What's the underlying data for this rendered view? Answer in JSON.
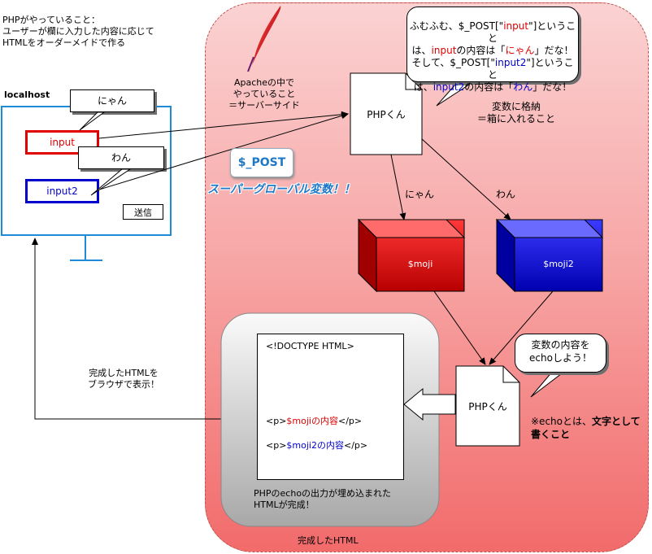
{
  "intro": {
    "line1": "PHPがやっていること：",
    "line2": "ユーザーが欄に入力した内容に応じて",
    "line3": "HTMLをオーダーメイドで作る"
  },
  "browser": {
    "host": "localhost",
    "input_label": "input",
    "input2_label": "input2",
    "submit_label": "送信",
    "bubble_nyan": "にゃん",
    "bubble_wan": "わん"
  },
  "server": {
    "caption_line1": "Apacheの中で",
    "caption_line2": "やっていること",
    "caption_line3": "＝サーバーサイド",
    "post_badge": "$_POST",
    "superglobal": "スーパーグローバル変数！！",
    "php_doc_top": "PHPくん",
    "php_doc_bottom": "PHPくん",
    "thought": {
      "p1": "ふむふむ、$_POST[\"",
      "k1": "input",
      "p2": "\"]ということ",
      "p3": "は、",
      "k2": "input",
      "p4": "の内容は「",
      "v1": "にゃん",
      "p5": "」だな！",
      "p6": "そして、$_POST[\"",
      "k3": "input2",
      "p7": "\"]ということ",
      "p8": "は、",
      "k4": "input2",
      "p9": "の内容は「",
      "v2": "わん",
      "p10": "」だな！"
    },
    "store_line1": "変数に格納",
    "store_line2": "＝箱に入れること",
    "edge_nyan": "にゃん",
    "edge_wan": "わん",
    "var1": "$moji",
    "var2": "$moji2",
    "echo_bubble_line1": "変数の内容を",
    "echo_bubble_line2": "echoしよう！",
    "note_prefix": "※echoとは、",
    "note_bold": "文字として書くこと",
    "html_doc": {
      "doctype": "<!DOCTYPE HTML>",
      "line1_open": "<p>",
      "line1_var": "$mojiの内容",
      "line1_close": "</p>",
      "line2_open": "<p>",
      "line2_var": "$moji2の内容",
      "line2_close": "</p>"
    },
    "html_caption_line1": "PHPのechoの出力が埋め込まれた",
    "html_caption_line2": "HTMLが完成！",
    "complete_label": "完成したHTML"
  },
  "return_caption": {
    "line1": "完成したHTMLを",
    "line2": "ブラウザで表示！"
  },
  "colors": {
    "red": "#e00000",
    "blue": "#0000cc",
    "monitor": "#1e8bd8",
    "post_blue": "#1e78c8"
  }
}
